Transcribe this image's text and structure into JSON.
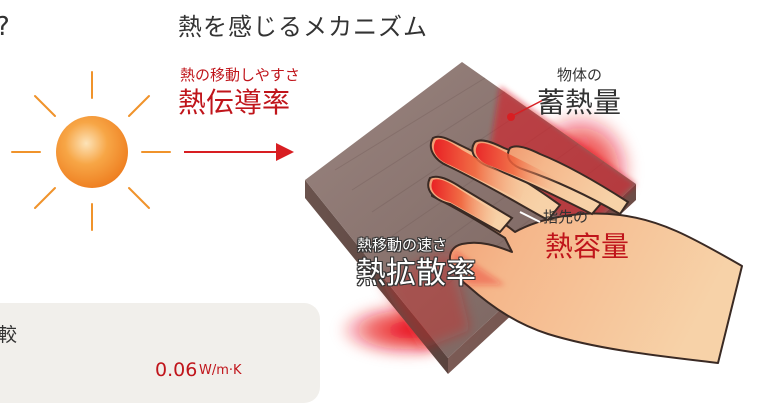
{
  "header": {
    "cut_text": "?",
    "title": "熱を感じるメカニズム"
  },
  "labels": {
    "thermal_conductivity_caption": "熱の移動しやすさ",
    "thermal_conductivity": "熱伝導率",
    "heat_capacity_caption": "物体の",
    "heat_capacity": "蓄熱量",
    "fingertip_caption": "指先の",
    "fingertip_heat_capacity": "熱容量",
    "diffusivity_caption": "熱移動の速さ",
    "thermal_diffusivity": "熱拡散率"
  },
  "comparison": {
    "label": "較",
    "value": "0.06",
    "unit": "W/m·K"
  },
  "colors": {
    "accent_red": "#c0151b",
    "sun_orange": "#f39a32",
    "wood": "#8a726c",
    "skin": "#f5c79c",
    "panel": "#f1efeb",
    "text": "#333333"
  },
  "icons": [
    "sun-icon",
    "arrow-right-icon",
    "wood-block",
    "hand"
  ]
}
